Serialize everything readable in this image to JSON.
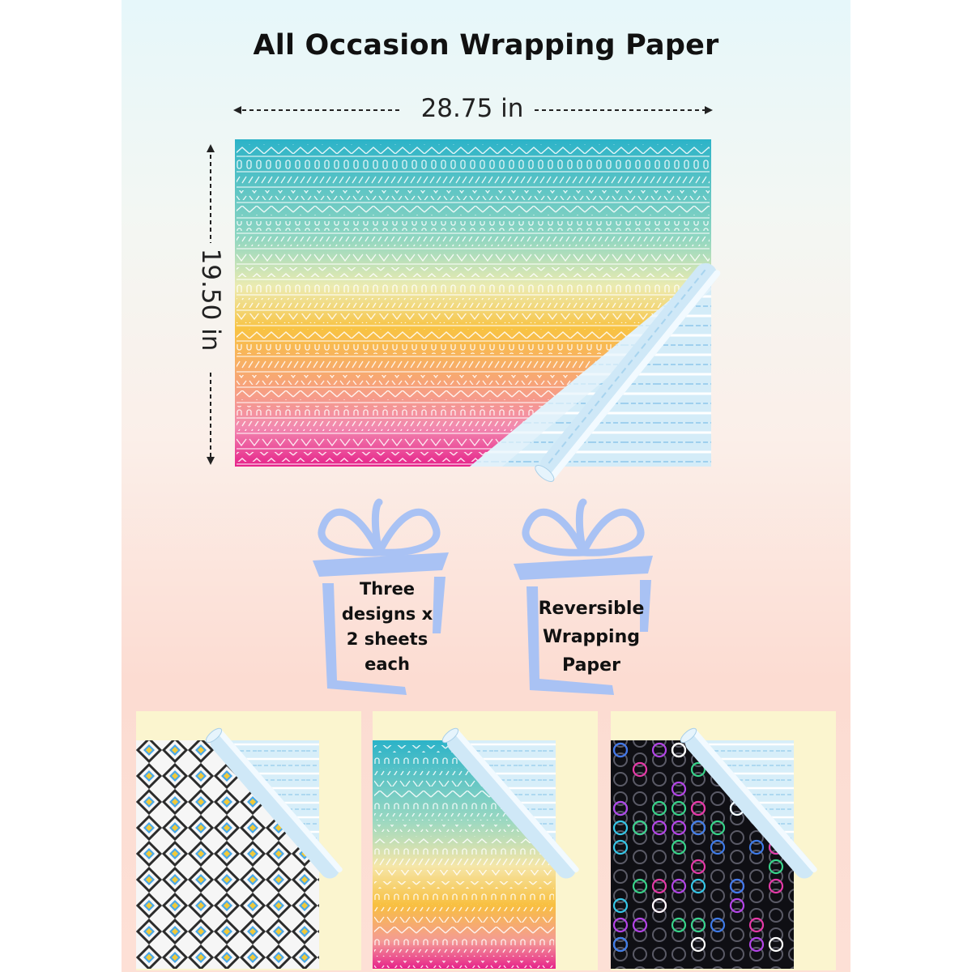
{
  "title": "All Occasion Wrapping Paper",
  "dimensions": {
    "width": "28.75 in",
    "height": "19.50 in"
  },
  "features": [
    {
      "text_lines": [
        "Three",
        "designs x",
        "2 sheets",
        "each"
      ]
    },
    {
      "text_lines": [
        "Reversible",
        "Wrapping",
        "Paper"
      ]
    }
  ],
  "designs": [
    {
      "pattern": "geometric-diamonds",
      "back": "light-blue-stripes"
    },
    {
      "pattern": "rainbow-tribal-stripes",
      "back": "light-blue-stripes"
    },
    {
      "pattern": "neon-circles-on-black",
      "back": "light-blue-stripes"
    }
  ],
  "colors": {
    "gift_blue": "#a9c2f4",
    "card_cream": "#fbf5cf",
    "reverse_blue": "#bfe0f4",
    "gradient": [
      "#2bb4c8",
      "#8fd6c1",
      "#f4e09a",
      "#f7b74a",
      "#f8a2a8",
      "#e8248c"
    ]
  }
}
